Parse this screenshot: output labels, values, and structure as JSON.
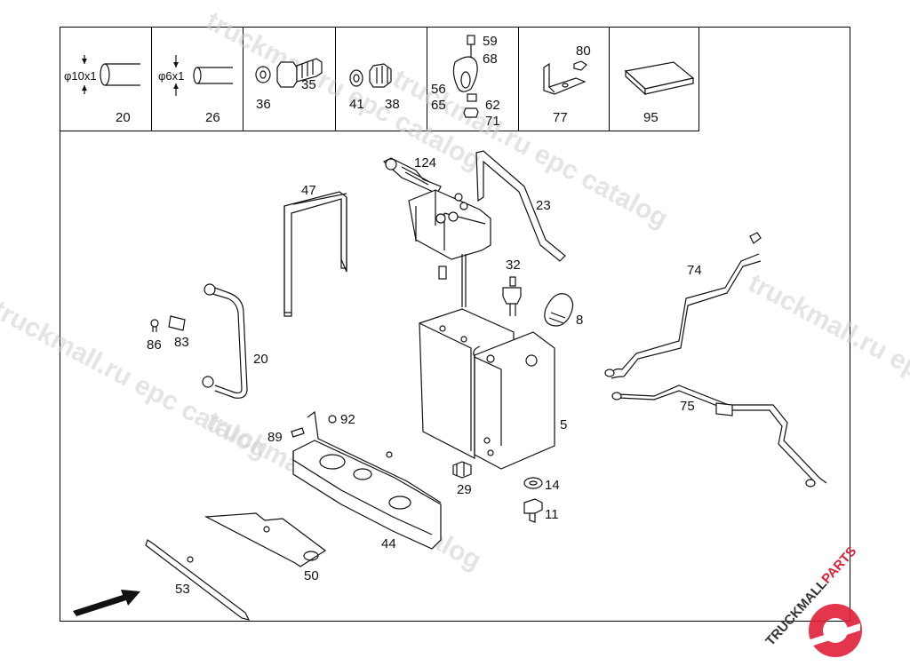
{
  "legend_cells": [
    {
      "dimension": "φ10x1",
      "labels": [
        "20"
      ]
    },
    {
      "dimension": "φ6x1",
      "labels": [
        "26"
      ]
    },
    {
      "labels": [
        "35",
        "36"
      ]
    },
    {
      "labels": [
        "41",
        "38"
      ]
    },
    {
      "labels": [
        "59",
        "68",
        "56",
        "65",
        "62",
        "71"
      ]
    },
    {
      "labels": [
        "80",
        "77"
      ]
    },
    {
      "labels": [
        "95"
      ]
    }
  ],
  "part_labels": {
    "p124": "124",
    "p47": "47",
    "p23": "23",
    "p32": "32",
    "p8": "8",
    "p74": "74",
    "p86": "86",
    "p83": "83",
    "p20": "20",
    "p75": "75",
    "p5": "5",
    "p89": "89",
    "p92": "92",
    "p29": "29",
    "p14": "14",
    "p11": "11",
    "p44": "44",
    "p50": "50",
    "p53": "53"
  },
  "watermark": {
    "text_a": "truckmall.ru epc catalog",
    "text_b": "truckmall.ru epc catalog",
    "text_c": "truckmall.ru epc catalog",
    "text_d": "truckmall.ru epc catalog",
    "text_e": "truckmall.ru epc catalog"
  },
  "logo": {
    "part1": "TRUCKMALL",
    "part2": "PARTS",
    "color_primary": "#333333",
    "color_accent": "#e0203a"
  }
}
